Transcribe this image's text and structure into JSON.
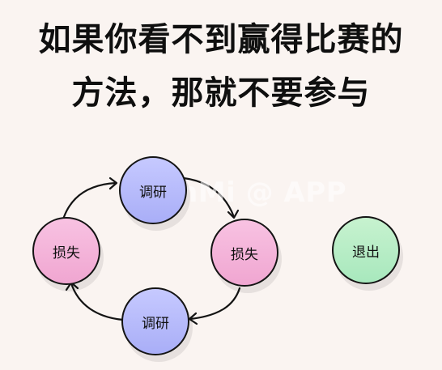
{
  "title": {
    "line1": "如果你看不到赢得比赛的",
    "line2": "方法，那就不要参与"
  },
  "diagram": {
    "watermark": "vanMi @ APP",
    "nodes": {
      "top": "调研",
      "right": "损失",
      "bottom": "调研",
      "left": "损失",
      "exit": "退出"
    }
  },
  "colors": {
    "background": "#faf4f1",
    "research": "#b8bcff",
    "loss": "#f4b5da",
    "exit": "#b9efc8",
    "stroke": "#141414"
  }
}
